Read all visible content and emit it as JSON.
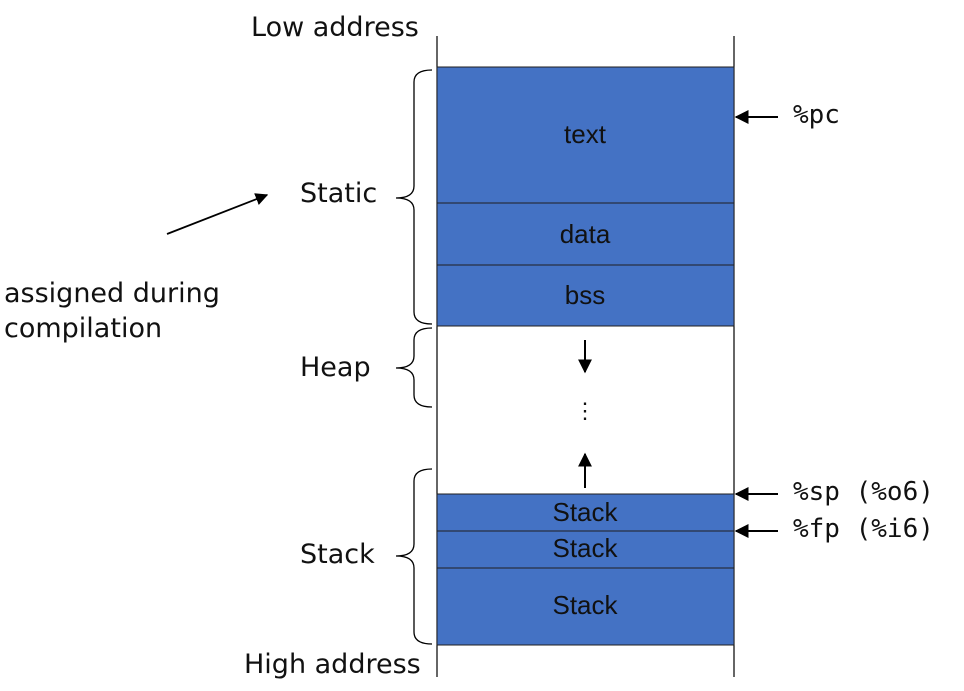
{
  "address_labels": {
    "low": "Low address",
    "high": "High address"
  },
  "segments": {
    "text": "text",
    "data": "data",
    "bss": "bss",
    "stack_1": "Stack",
    "stack_2": "Stack",
    "stack_3": "Stack",
    "gap_ellipsis": "⋮"
  },
  "regions": {
    "static": "Static",
    "heap": "Heap",
    "stack": "Stack"
  },
  "registers": {
    "pc": "%pc",
    "sp": "%sp (%o6)",
    "fp": "%fp (%i6)"
  },
  "annotation": {
    "line1": "assigned during",
    "line2": "compilation"
  },
  "colors": {
    "segment_fill": "#4472C4",
    "segment_border": "#1F1F1F",
    "line": "#000000"
  }
}
